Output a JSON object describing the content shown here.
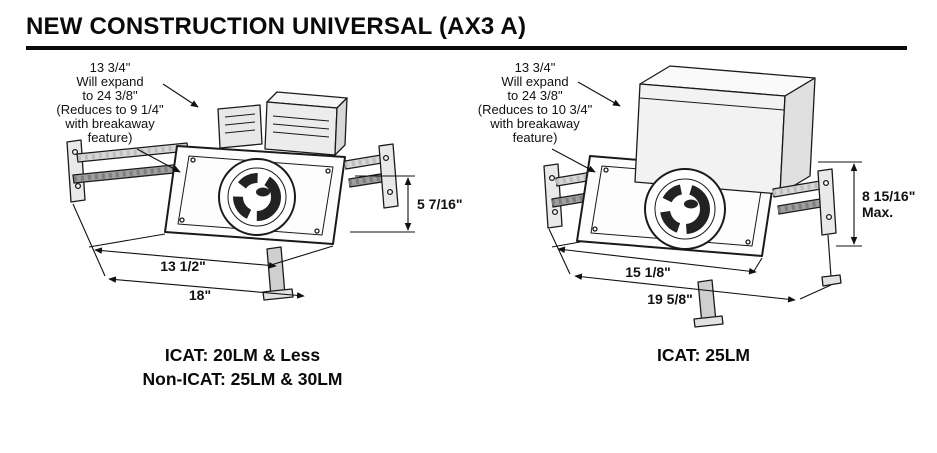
{
  "header": {
    "title": "NEW CONSTRUCTION UNIVERSAL (AX3 A)"
  },
  "left": {
    "note": {
      "line1": "13 3/4\"",
      "line2": "Will expand",
      "line3": "to 24 3/8\"",
      "line4": "(Reduces to 9 1/4\"",
      "line5": "with breakaway",
      "line6": "feature)"
    },
    "dims": {
      "height": "5 7/16\"",
      "inner_width": "13 1/2\"",
      "outer_width": "18\""
    },
    "caption_line1": "ICAT: 20LM & Less",
    "caption_line2": "Non-ICAT: 25LM & 30LM"
  },
  "right": {
    "note": {
      "line1": "13 3/4\"",
      "line2": "Will expand",
      "line3": "to 24 3/8\"",
      "line4": "(Reduces to 10 3/4\"",
      "line5": "with breakaway",
      "line6": "feature)"
    },
    "dims": {
      "height": "8 15/16\"",
      "height_suffix": "Max.",
      "inner_width": "15 1/8\"",
      "outer_width": "19 5/8\""
    },
    "caption": "ICAT: 25LM"
  }
}
